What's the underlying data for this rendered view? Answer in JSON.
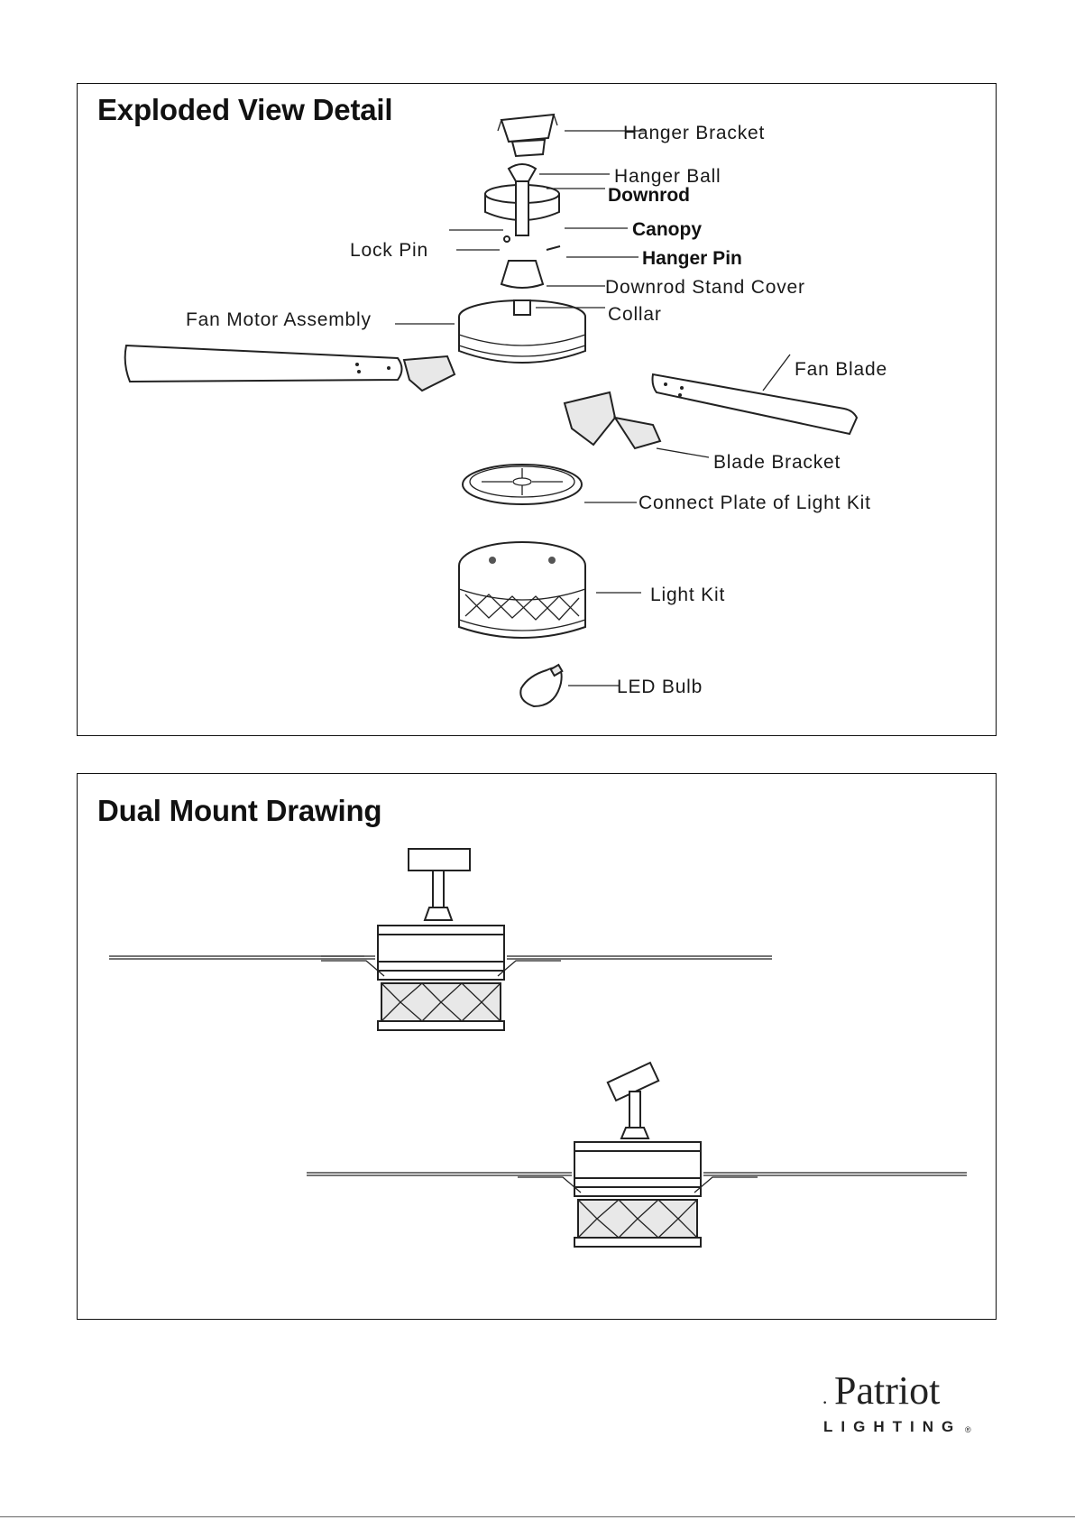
{
  "exploded": {
    "title": "Exploded View Detail",
    "labels": {
      "hanger_bracket": "Hanger Bracket",
      "hanger_ball": "Hanger Ball",
      "downrod": "Downrod",
      "canopy": "Canopy",
      "lock_pin": "Lock Pin",
      "hanger_pin": "Hanger Pin",
      "downrod_stand_cover": "Downrod Stand Cover",
      "fan_motor_assembly": "Fan Motor Assembly",
      "collar": "Collar",
      "fan_blade": "Fan Blade",
      "blade_bracket": "Blade Bracket",
      "connect_plate": "Connect Plate of Light Kit",
      "light_kit": "Light Kit",
      "led_bulb": "LED Bulb"
    }
  },
  "dual": {
    "title": "Dual Mount Drawing"
  },
  "logo": {
    "word": "Patriot",
    "sub": "LIGHTING",
    "reg": "®"
  }
}
